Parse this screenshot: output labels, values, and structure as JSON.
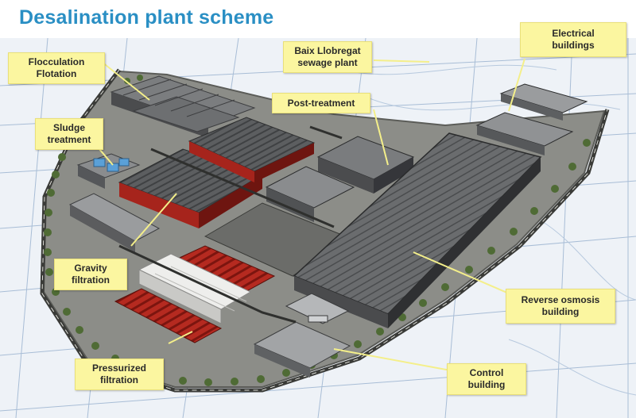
{
  "title": "Desalination plant scheme",
  "callouts": {
    "flocculation": {
      "line1": "Flocculation",
      "line2": "Flotation"
    },
    "sludge": {
      "line1": "Sludge",
      "line2": "treatment"
    },
    "gravity": {
      "line1": "Gravity",
      "line2": "filtration"
    },
    "pressurized": {
      "line1": "Pressurized",
      "line2": "filtration"
    },
    "baix": {
      "line1": "Baix Llobregat",
      "line2": "sewage plant"
    },
    "post": {
      "line1": "Post-treatment"
    },
    "electrical": {
      "line1": "Electrical",
      "line2": "buildings"
    },
    "reverse": {
      "line1": "Reverse osmosis",
      "line2": "building"
    },
    "control": {
      "line1": "Control",
      "line2": "building"
    }
  },
  "colors": {
    "title": "#2a8fc4",
    "callout_fill": "#fbf6a0",
    "roof_dark": "#5f6163",
    "roof_red": "#b0231c",
    "ground": "#8e8f8a",
    "grid_line": "#9fb6d0"
  }
}
